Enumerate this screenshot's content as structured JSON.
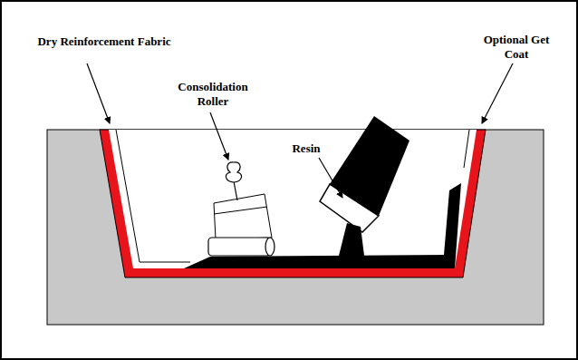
{
  "diagram": {
    "labels": [
      "Dry Reinforcement Fabric",
      "Consolidation Roller",
      "Resin",
      "Optional Get Coat"
    ]
  }
}
